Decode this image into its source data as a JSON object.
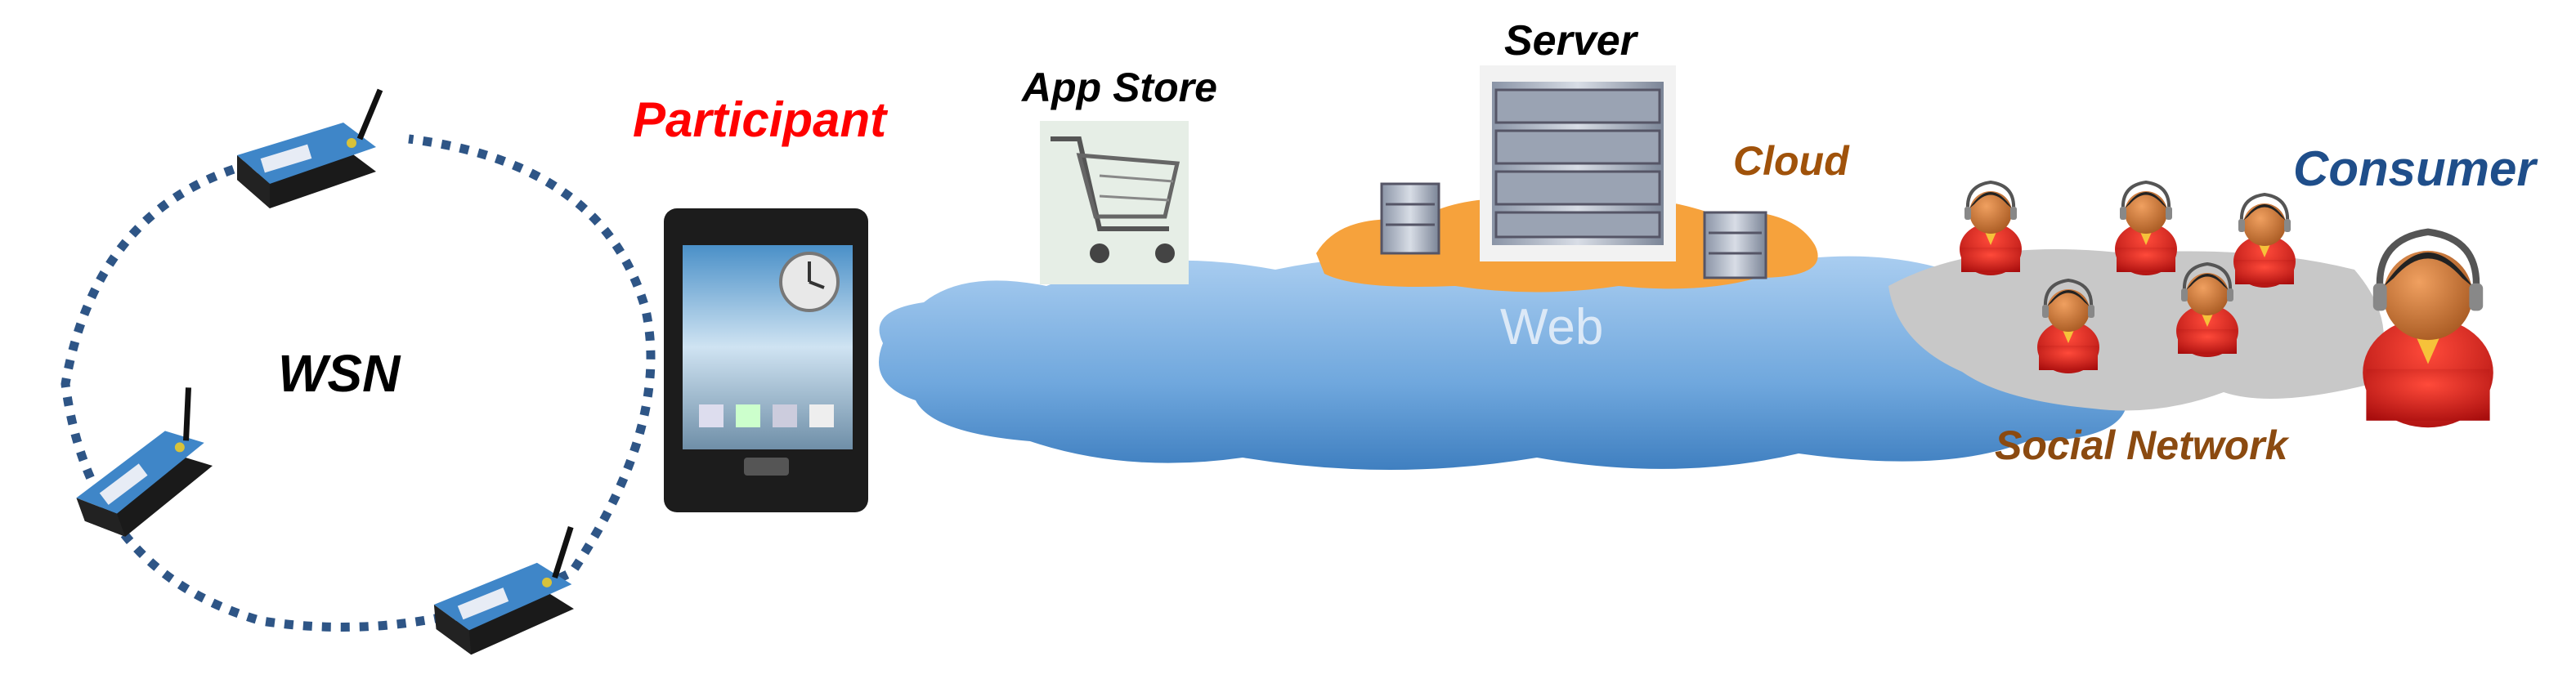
{
  "labels": {
    "participant": "Participant",
    "app_store": "App Store",
    "server": "Server",
    "cloud": "Cloud",
    "consumer": "Consumer",
    "social_network": "Social Network",
    "wsn": "WSN",
    "web": "Web"
  },
  "colors": {
    "participant": "#ff0000",
    "consumer": "#1f4e8a",
    "cloud_label": "#a0520a",
    "social_label": "#8b4a10",
    "web_cloud": "#7fb0e0",
    "orange_cloud": "#f6a23c",
    "social_area": "#c8c8c8",
    "dotted_ring": "#2e5586"
  },
  "icons": [
    "sensor-node-icon",
    "smartphone-icon",
    "shopping-cart-icon",
    "server-rack-icon",
    "person-headset-icon"
  ]
}
